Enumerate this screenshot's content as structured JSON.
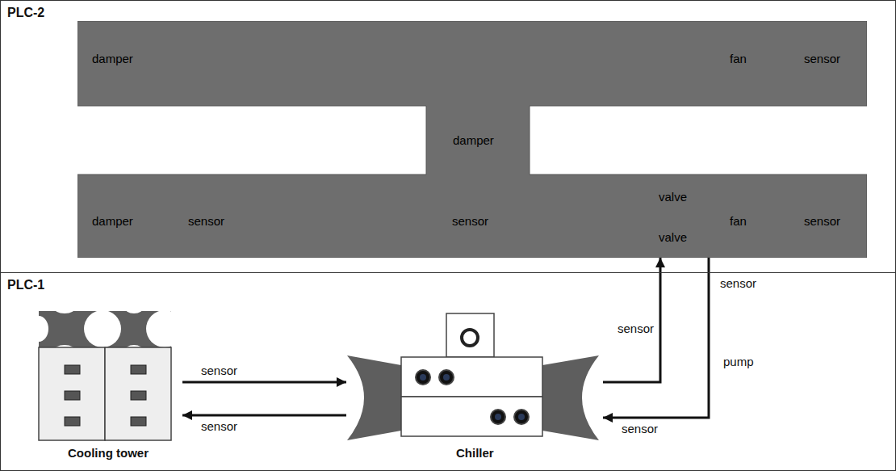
{
  "diagram": {
    "nodes": [
      {
        "text": [
          "PLC-2"
        ]
      },
      {
        "text": [
          "damper",
          "fan",
          "sensor",
          "damper",
          "valve",
          "damper",
          "sensor",
          "sensor",
          "fan",
          "sensor",
          "valve"
        ],
        "in": 0
      },
      {
        "text": [
          "PLC-1"
        ]
      },
      {
        "text": [
          "Cooling tower"
        ],
        "in": 2
      },
      {
        "text": [
          "Chiller"
        ],
        "in": 2
      }
    ],
    "edges": [
      {
        "from": 3,
        "to": 4,
        "arrow": "to",
        "label": "sensor"
      },
      {
        "from": 4,
        "to": 3,
        "arrow": "to",
        "label": "sensor"
      },
      {
        "from": 4,
        "to": 1,
        "arrow": "to",
        "label": "sensor"
      },
      {
        "from": 1,
        "to": 4,
        "arrow": "to",
        "label": "pump"
      }
    ],
    "labels": [
      "sensor",
      "sensor"
    ]
  }
}
